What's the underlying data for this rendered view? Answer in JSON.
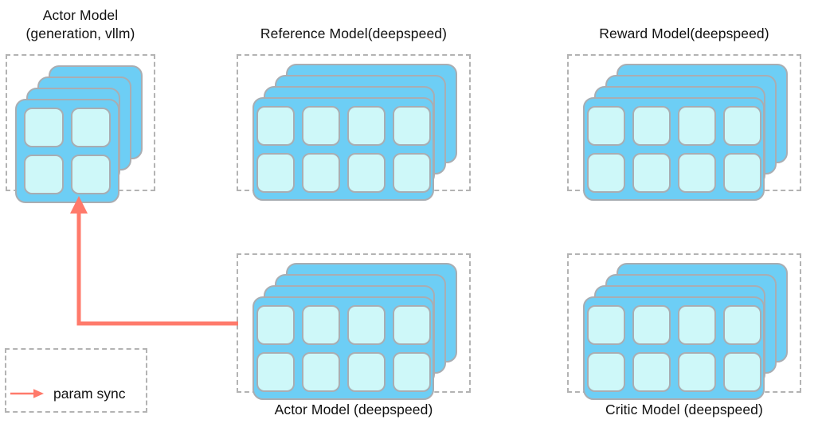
{
  "diagram": {
    "title_color": "#111111",
    "accent_color": "#FF7A6B",
    "card_color": "#6DCEF5",
    "cell_color": "#CEF8F9",
    "border_color": "#a9adb2",
    "dash_color": "#b3b3b3",
    "background": "#ffffff"
  },
  "groups": [
    {
      "id": "actor-generation",
      "label": "Actor Model\n(generation, vllm)",
      "label_position": "top",
      "cards": 4,
      "grid_cols": 2,
      "grid_rows": 2
    },
    {
      "id": "reference-model",
      "label": "Reference Model(deepspeed)",
      "label_position": "top",
      "cards": 4,
      "grid_cols": 4,
      "grid_rows": 2
    },
    {
      "id": "reward-model",
      "label": "Reward Model(deepspeed)",
      "label_position": "top",
      "cards": 4,
      "grid_cols": 4,
      "grid_rows": 2
    },
    {
      "id": "actor-deepspeed",
      "label": "Actor Model (deepspeed)",
      "label_position": "bottom",
      "cards": 4,
      "grid_cols": 4,
      "grid_rows": 2
    },
    {
      "id": "critic-model",
      "label": "Critic Model (deepspeed)",
      "label_position": "bottom",
      "cards": 4,
      "grid_cols": 4,
      "grid_rows": 2
    }
  ],
  "connector": {
    "name": "param-sync-arrow",
    "from": "actor-deepspeed",
    "to": "actor-generation",
    "color": "#FF7A6B"
  },
  "legend": {
    "items": [
      {
        "label": "param sync",
        "color": "#FF7A6B",
        "marker": "arrow-right-icon"
      }
    ]
  }
}
